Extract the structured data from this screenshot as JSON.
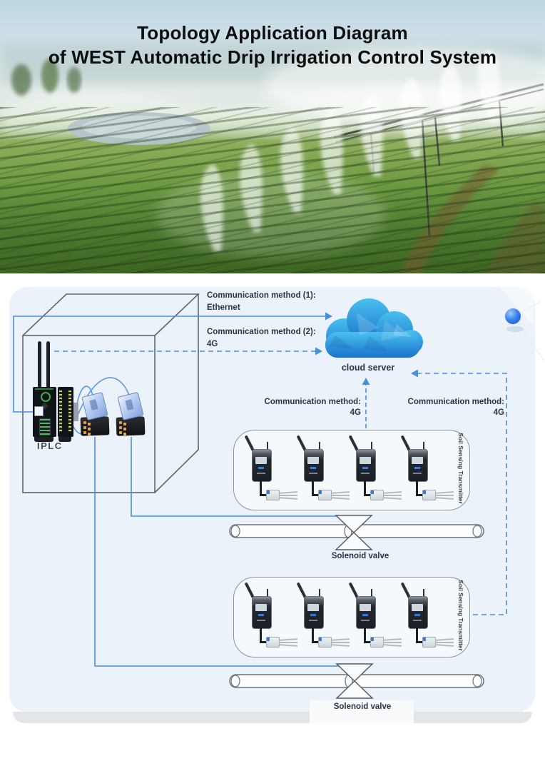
{
  "page": {
    "title_line1": "Topology Application Diagram",
    "title_line2": "of WEST Automatic Drip Irrigation Control System"
  },
  "diagram": {
    "comm1": {
      "label": "Communication method (1):",
      "value": "Ethernet"
    },
    "comm2": {
      "label": "Communication method (2):",
      "value": "4G"
    },
    "uplink_left": {
      "label": "Communication method:",
      "value": "4G"
    },
    "uplink_right": {
      "label": "Communication method:",
      "value": "4G"
    },
    "cloud_server_label": "cloud server",
    "iplc_label": "IPLC",
    "groups": [
      {
        "label": "Soil Sensing Transmitter"
      },
      {
        "label": "Soil Sensing Transmitter"
      }
    ],
    "valves": [
      {
        "label": "Solenoid valve"
      },
      {
        "label": "Solenoid valve"
      }
    ],
    "colors": {
      "line_blue": "#4a90d9",
      "panel_bg": "#ecf2f9",
      "cloud_top": "#49c0ef",
      "cloud_bottom": "#1b72cc",
      "text": "#273545"
    }
  }
}
